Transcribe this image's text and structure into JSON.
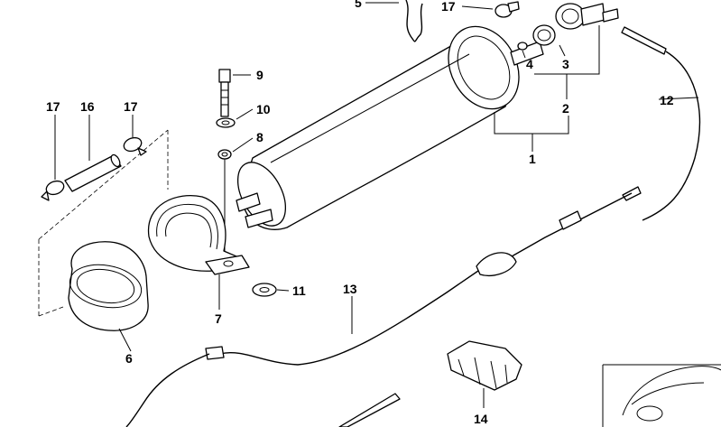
{
  "callouts": [
    {
      "id": "c1",
      "text": "1"
    },
    {
      "id": "c2",
      "text": "2"
    },
    {
      "id": "c3",
      "text": "3"
    },
    {
      "id": "c4",
      "text": "4"
    },
    {
      "id": "c5",
      "text": "5"
    },
    {
      "id": "c6",
      "text": "6"
    },
    {
      "id": "c7",
      "text": "7"
    },
    {
      "id": "c8",
      "text": "8"
    },
    {
      "id": "c9",
      "text": "9"
    },
    {
      "id": "c10",
      "text": "10"
    },
    {
      "id": "c11",
      "text": "11"
    },
    {
      "id": "c12",
      "text": "12"
    },
    {
      "id": "c13",
      "text": "13"
    },
    {
      "id": "c14",
      "text": "14"
    },
    {
      "id": "c16",
      "text": "16"
    },
    {
      "id": "c17a",
      "text": "17"
    },
    {
      "id": "c17b",
      "text": "17"
    },
    {
      "id": "c17c",
      "text": "17"
    }
  ]
}
